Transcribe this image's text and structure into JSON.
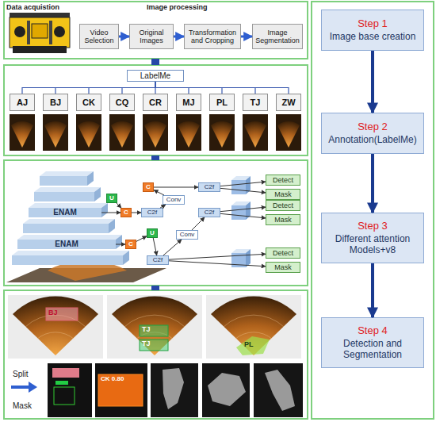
{
  "diagram": {
    "nodes": [
      {
        "text": [
          "Video Selection"
        ]
      },
      {
        "text": [
          "Original Images"
        ]
      },
      {
        "text": [
          "Transformation and Cropping"
        ]
      },
      {
        "text": [
          "Image Segmentation"
        ]
      },
      {
        "text": [
          "LabelMe"
        ]
      },
      {
        "text": [
          "AJ"
        ]
      },
      {
        "text": [
          "BJ"
        ]
      },
      {
        "text": [
          "CK"
        ]
      },
      {
        "text": [
          "CQ"
        ]
      },
      {
        "text": [
          "CR"
        ]
      },
      {
        "text": [
          "MJ"
        ]
      },
      {
        "text": [
          "PL"
        ]
      },
      {
        "text": [
          "TJ"
        ]
      },
      {
        "text": [
          "ZW"
        ]
      },
      {
        "text": [
          "ENAM"
        ]
      },
      {
        "text": [
          "ENAM"
        ]
      },
      {
        "text": [
          "C"
        ]
      },
      {
        "text": [
          "C2f"
        ]
      },
      {
        "text": [
          "U"
        ]
      },
      {
        "text": [
          "Conv"
        ]
      },
      {
        "text": [
          "C"
        ]
      },
      {
        "text": [
          "C2f"
        ]
      },
      {
        "text": [
          "C2f"
        ]
      },
      {
        "text": [
          "U"
        ]
      },
      {
        "text": [
          "Conv"
        ]
      },
      {
        "text": [
          "C"
        ]
      },
      {
        "text": [
          "C2f"
        ]
      },
      {
        "text": [
          "Detect"
        ]
      },
      {
        "text": [
          "Mask"
        ]
      },
      {
        "text": [
          "Detect"
        ]
      },
      {
        "text": [
          "Mask"
        ]
      },
      {
        "text": [
          "Detect"
        ]
      },
      {
        "text": [
          "Mask"
        ]
      },
      {
        "text": [
          "Step 1",
          "Image base creation"
        ]
      },
      {
        "text": [
          "Step 2",
          "Annotation(LabelMe)"
        ]
      },
      {
        "text": [
          "Step 3",
          "Different attention Models+v8"
        ]
      },
      {
        "text": [
          "Step 4",
          "Detection and Segmentation"
        ]
      }
    ],
    "edges": [
      {
        "from": 0,
        "to": 1,
        "arrow": "to"
      },
      {
        "from": 1,
        "to": 2,
        "arrow": "to"
      },
      {
        "from": 2,
        "to": 3,
        "arrow": "to"
      },
      {
        "from": 4,
        "to": 5,
        "arrow": "none"
      },
      {
        "from": 4,
        "to": 6,
        "arrow": "none"
      },
      {
        "from": 4,
        "to": 7,
        "arrow": "none"
      },
      {
        "from": 4,
        "to": 8,
        "arrow": "none"
      },
      {
        "from": 4,
        "to": 9,
        "arrow": "none"
      },
      {
        "from": 4,
        "to": 10,
        "arrow": "none"
      },
      {
        "from": 4,
        "to": 11,
        "arrow": "none"
      },
      {
        "from": 4,
        "to": 12,
        "arrow": "none"
      },
      {
        "from": 4,
        "to": 13,
        "arrow": "none"
      },
      {
        "from": 18,
        "to": 20,
        "arrow": "to"
      },
      {
        "from": 14,
        "to": 20,
        "arrow": "to"
      },
      {
        "from": 20,
        "to": 21,
        "arrow": "to"
      },
      {
        "from": 21,
        "to": 19,
        "arrow": "to"
      },
      {
        "from": 19,
        "to": 16,
        "arrow": "to"
      },
      {
        "from": 16,
        "to": 17,
        "arrow": "to"
      },
      {
        "from": 17,
        "to": 27,
        "arrow": "to"
      },
      {
        "from": 17,
        "to": 28,
        "arrow": "to"
      },
      {
        "from": 22,
        "to": 29,
        "arrow": "to"
      },
      {
        "from": 22,
        "to": 30,
        "arrow": "to"
      },
      {
        "from": 15,
        "to": 25,
        "arrow": "to"
      },
      {
        "from": 25,
        "to": 23,
        "arrow": "to"
      },
      {
        "from": 23,
        "to": 26,
        "arrow": "to"
      },
      {
        "from": 26,
        "to": 24,
        "arrow": "to"
      },
      {
        "from": 24,
        "to": 22,
        "arrow": "to"
      },
      {
        "from": 26,
        "to": 31,
        "arrow": "to"
      },
      {
        "from": 26,
        "to": 32,
        "arrow": "to"
      },
      {
        "from": 33,
        "to": 34,
        "arrow": "to"
      },
      {
        "from": 34,
        "to": 35,
        "arrow": "to"
      },
      {
        "from": 35,
        "to": 36,
        "arrow": "to"
      }
    ],
    "labels": [
      "Data acquistion",
      "Image processing",
      "BJ",
      "TJ",
      "TJ",
      "PL",
      "CK 0.80",
      "Split",
      "Mask"
    ]
  }
}
